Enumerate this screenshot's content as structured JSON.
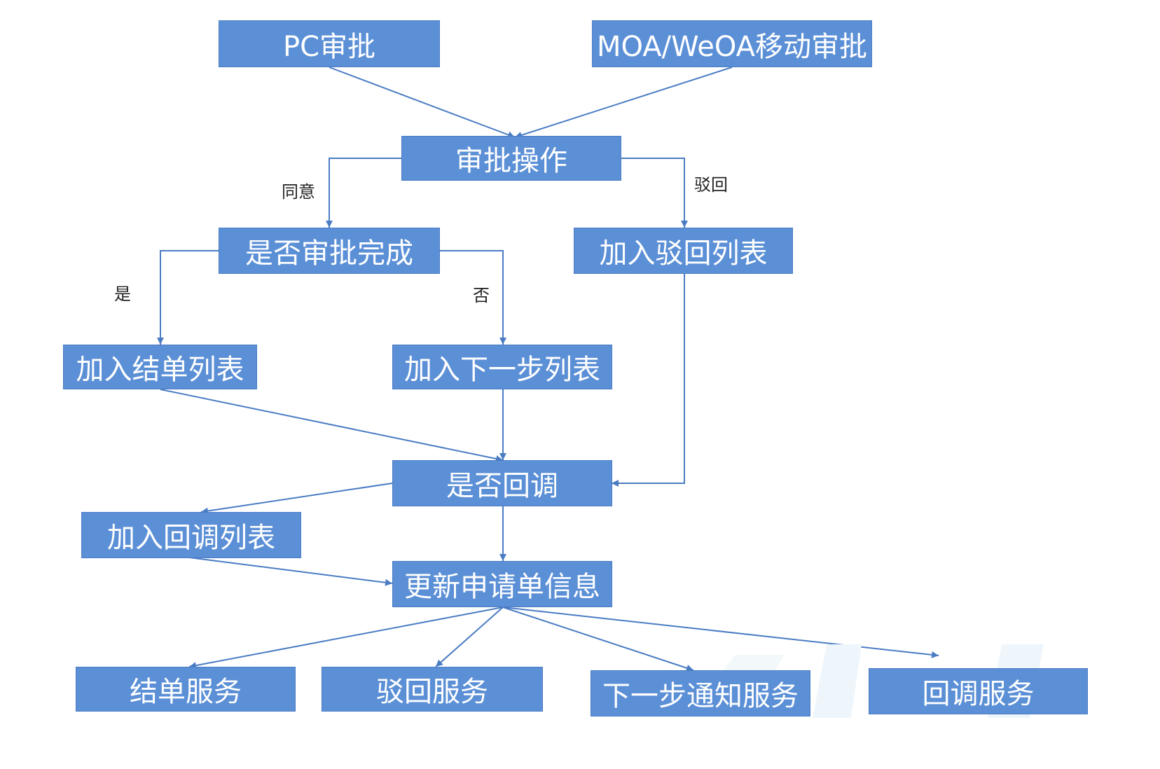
{
  "nodes": {
    "pc_approval": "PC审批",
    "moa_approval": "MOA/WeOA移动审批",
    "approval_op": "审批操作",
    "is_done": "是否审批完成",
    "add_reject_list": "加入驳回列表",
    "add_close_list": "加入结单列表",
    "add_next_list": "加入下一步列表",
    "is_callback": "是否回调",
    "add_callback_list": "加入回调列表",
    "update_info": "更新申请单信息",
    "close_service": "结单服务",
    "reject_service": "驳回服务",
    "next_notify_service": "下一步通知服务",
    "callback_service": "回调服务"
  },
  "edge_labels": {
    "agree": "同意",
    "reject": "驳回",
    "yes": "是",
    "no": "否"
  },
  "colors": {
    "box_fill": "#5b8fd6",
    "box_border": "#4a7cc4",
    "connector": "#4a7cc4",
    "text": "#ffffff"
  }
}
